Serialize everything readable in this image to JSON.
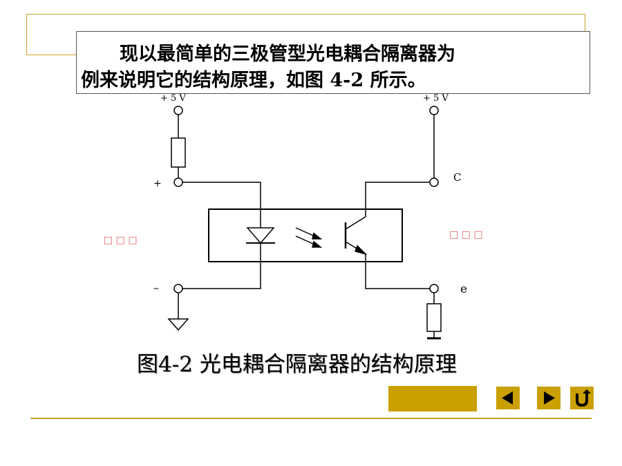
{
  "heading": {
    "line1": "现以最简单的三极管型光电耦合隔离器为",
    "line2": "例来说明它的结构原理，如图 4-2 所示。"
  },
  "diagram": {
    "left_supply": "+ 5 V",
    "right_supply": "+ 5 V",
    "plus_label": "+",
    "minus_label": "–",
    "collector_label": "C",
    "emitter_label": "e",
    "left_garbled": "□ □ □",
    "right_garbled": "□ □ □"
  },
  "caption": "图4-2  光电耦合隔离器的结构原理",
  "colors": {
    "accent_gold": "#c9a000",
    "frame_gold": "#c9a227",
    "garbled_red": "#e06060"
  },
  "nav": {
    "prev_icon": "triangle-left-icon",
    "next_icon": "triangle-right-icon",
    "return_icon": "return-arrow-icon"
  }
}
